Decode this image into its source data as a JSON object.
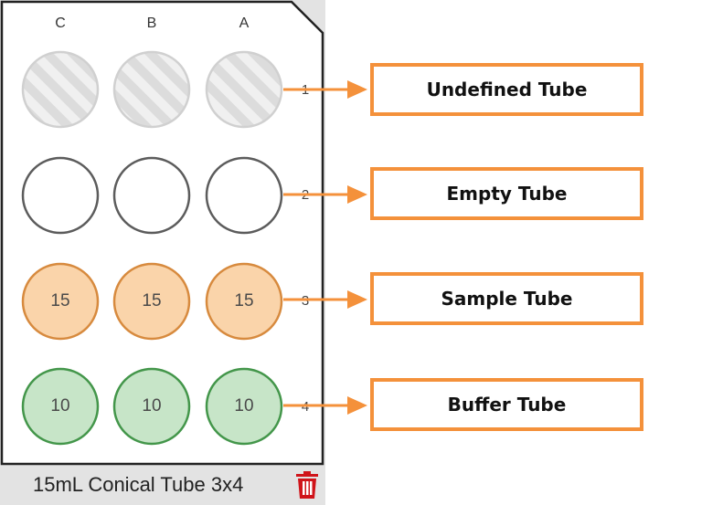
{
  "rack": {
    "columns": [
      "C",
      "B",
      "A"
    ],
    "rows": [
      "1",
      "2",
      "3",
      "4"
    ],
    "row_tubes": [
      {
        "type": "undefined",
        "label": ""
      },
      {
        "type": "empty",
        "label": ""
      },
      {
        "type": "sample",
        "label": "15"
      },
      {
        "type": "buffer",
        "label": "10"
      }
    ],
    "name": "15mL Conical Tube 3x4"
  },
  "legend": [
    {
      "label": "Undefined Tube"
    },
    {
      "label": "Empty Tube"
    },
    {
      "label": "Sample Tube"
    },
    {
      "label": "Buffer Tube"
    }
  ],
  "colors": {
    "accent_orange": "#f4913b",
    "sample_fill": "#fad4aa",
    "sample_stroke": "#d78a3e",
    "buffer_fill": "#c7e5c8",
    "buffer_stroke": "#43964a",
    "empty_stroke": "#5c5c5c",
    "undefined_fill": "#dcdcdc",
    "undefined_stroke": "#d0d0d0",
    "trash": "#d0141a"
  },
  "icons": {
    "delete": "trash-icon"
  }
}
